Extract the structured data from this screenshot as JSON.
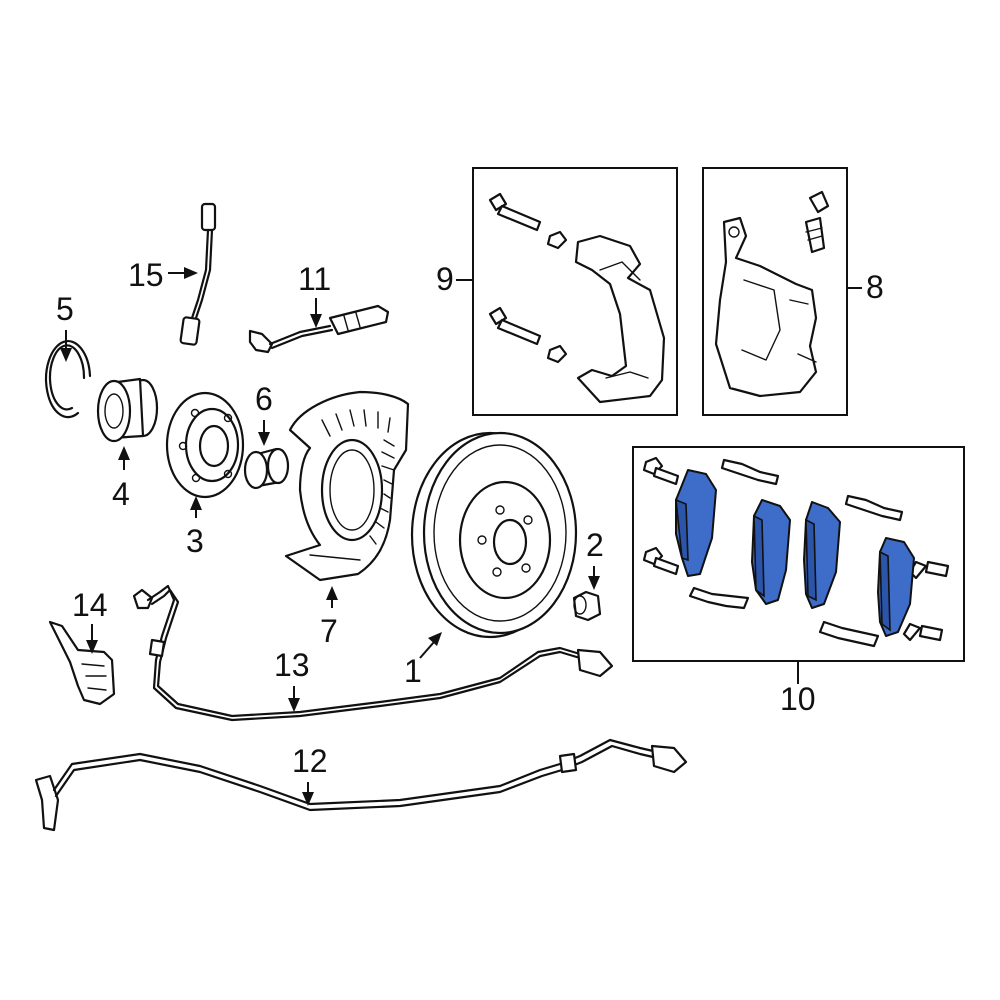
{
  "callouts": {
    "c1": "1",
    "c2": "2",
    "c3": "3",
    "c4": "4",
    "c5": "5",
    "c6": "6",
    "c7": "7",
    "c8": "8",
    "c9": "9",
    "c10": "10",
    "c11": "11",
    "c12": "12",
    "c13": "13",
    "c14": "14",
    "c15": "15"
  },
  "colors": {
    "highlight": "#3d6cc9",
    "line": "#111111",
    "background": "#ffffff"
  },
  "highlighted_part": "10"
}
